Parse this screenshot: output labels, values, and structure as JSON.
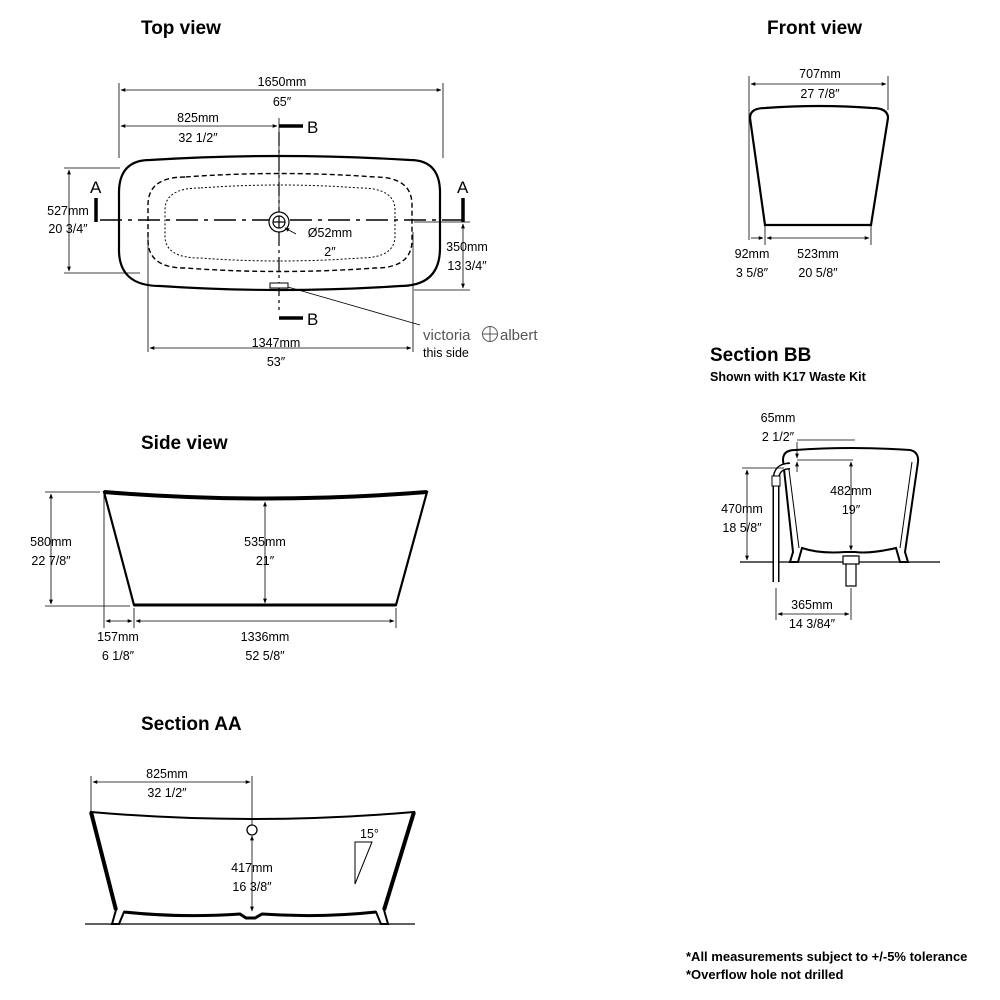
{
  "top_view": {
    "title": "Top view",
    "overall_length": [
      "1650mm",
      "65″"
    ],
    "half_length": [
      "825mm",
      "32 1/2″"
    ],
    "width": [
      "527mm",
      "20 3/4″"
    ],
    "waste": [
      "Ø52mm",
      "2″"
    ],
    "inner_width": [
      "350mm",
      "13 3/4″"
    ],
    "inner_length": [
      "1347mm",
      "53″"
    ],
    "section_a": "A",
    "section_b": "B",
    "logo_left": "victoria",
    "logo_right": "albert",
    "logo_note": "this side"
  },
  "front_view": {
    "title": "Front view",
    "top_width": [
      "707mm",
      "27 7/8″"
    ],
    "offset": [
      "92mm",
      "3 5/8″"
    ],
    "base_width": [
      "523mm",
      "20 5/8″"
    ]
  },
  "section_bb": {
    "title": "Section BB",
    "subtitle": "Shown with K17 Waste Kit",
    "rim": [
      "65mm",
      "2 1/2″"
    ],
    "height": [
      "470mm",
      "18 5/8″"
    ],
    "depth": [
      "482mm",
      "19″"
    ],
    "waste_offset": [
      "365mm",
      "14 3/84″"
    ]
  },
  "side_view": {
    "title": "Side view",
    "height": [
      "580mm",
      "22 7/8″"
    ],
    "inner_height": [
      "535mm",
      "21″"
    ],
    "offset": [
      "157mm",
      "6 1/8″"
    ],
    "base_length": [
      "1336mm",
      "52 5/8″"
    ]
  },
  "section_aa": {
    "title": "Section AA",
    "half_length": [
      "825mm",
      "32 1/2″"
    ],
    "depth": [
      "417mm",
      "16 3/8″"
    ],
    "angle": "15°"
  },
  "notes": [
    "*All measurements subject to +/-5% tolerance",
    "*Overflow hole not drilled"
  ]
}
